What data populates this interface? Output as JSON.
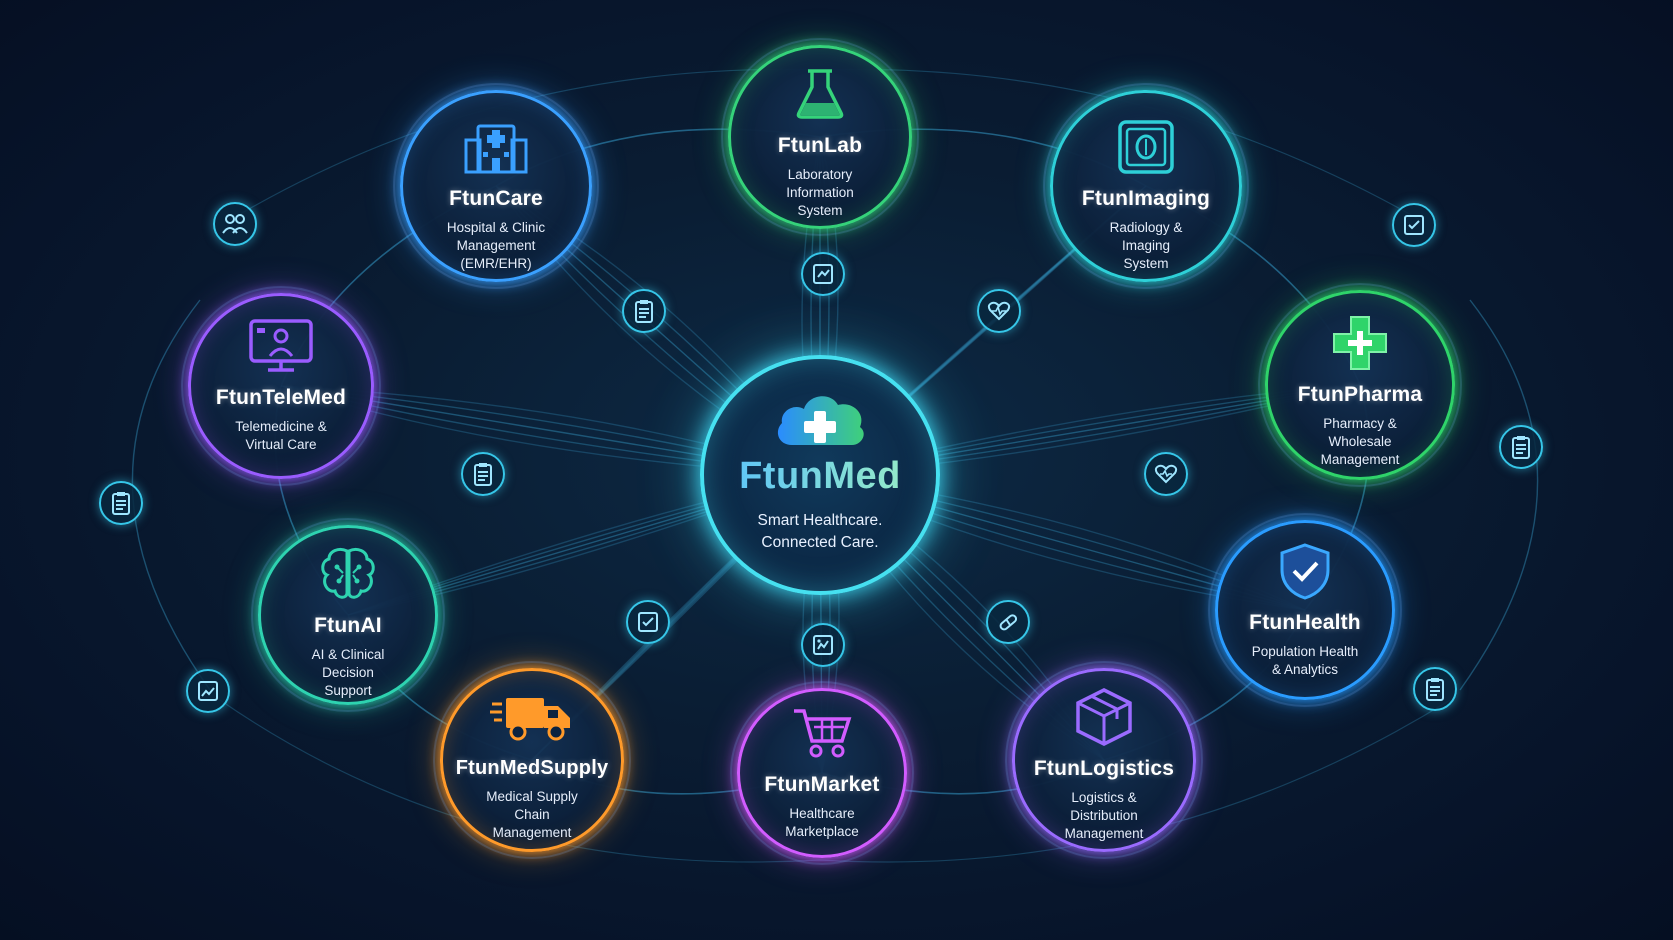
{
  "hub": {
    "title": "FtunMed",
    "tagline_line1": "Smart Healthcare.",
    "tagline_line2": "Connected Care.",
    "icon": "cloud-plus-icon"
  },
  "modules": [
    {
      "id": "care",
      "title": "FtunCare",
      "sub": [
        "Hospital & Clinic",
        "Management",
        "(EMR/EHR)"
      ],
      "icon": "hospital-icon",
      "color": "#3aa0ff"
    },
    {
      "id": "lab",
      "title": "FtunLab",
      "sub": [
        "Laboratory",
        "Information",
        "System"
      ],
      "icon": "flask-icon",
      "color": "#35d37a"
    },
    {
      "id": "imaging",
      "title": "FtunImaging",
      "sub": [
        "Radiology &",
        "Imaging",
        "System"
      ],
      "icon": "scan-icon",
      "color": "#2ed0d8"
    },
    {
      "id": "telemed",
      "title": "FtunTeleMed",
      "sub": [
        "Telemedicine &",
        "Virtual Care"
      ],
      "icon": "monitor-doctor-icon",
      "color": "#9a5cff"
    },
    {
      "id": "pharma",
      "title": "FtunPharma",
      "sub": [
        "Pharmacy &",
        "Wholesale",
        "Management"
      ],
      "icon": "medical-cross-icon",
      "color": "#2fd46a"
    },
    {
      "id": "ai",
      "title": "FtunAI",
      "sub": [
        "AI & Clinical",
        "Decision",
        "Support"
      ],
      "icon": "brain-icon",
      "color": "#2ed3b0"
    },
    {
      "id": "health",
      "title": "FtunHealth",
      "sub": [
        "Population Health",
        "& Analytics"
      ],
      "icon": "shield-check-icon",
      "color": "#2a9cff"
    },
    {
      "id": "supply",
      "title": "FtunMedSupply",
      "sub": [
        "Medical Supply",
        "Chain",
        "Management"
      ],
      "icon": "delivery-truck-icon",
      "color": "#ff9a2a"
    },
    {
      "id": "market",
      "title": "FtunMarket",
      "sub": [
        "Healthcare",
        "Marketplace"
      ],
      "icon": "shopping-cart-icon",
      "color": "#d25cff"
    },
    {
      "id": "logistics",
      "title": "FtunLogistics",
      "sub": [
        "Logistics &",
        "Distribution",
        "Management"
      ],
      "icon": "package-box-icon",
      "color": "#9a6bff"
    }
  ],
  "badges": [
    {
      "id": "b1",
      "icon": "users-icon"
    },
    {
      "id": "b2",
      "icon": "clipboard-icon"
    },
    {
      "id": "b3",
      "icon": "clipboard-icon"
    },
    {
      "id": "b4",
      "icon": "medical-record-icon"
    },
    {
      "id": "b5",
      "icon": "heartbeat-icon"
    },
    {
      "id": "b6",
      "icon": "checklist-icon"
    },
    {
      "id": "b7",
      "icon": "clipboard-icon"
    },
    {
      "id": "b8",
      "icon": "heart-pulse-icon"
    },
    {
      "id": "b9",
      "icon": "clipboard-icon"
    },
    {
      "id": "b10",
      "icon": "xray-icon"
    },
    {
      "id": "b11",
      "icon": "checklist-icon"
    },
    {
      "id": "b12",
      "icon": "pills-icon"
    },
    {
      "id": "b13",
      "icon": "medical-image-icon"
    },
    {
      "id": "b14",
      "icon": "clipboard-icon"
    }
  ],
  "colors": {
    "background": "#0a1d33",
    "link": "#3fb6e8",
    "hub_ring": "#46e0f0",
    "badge_ring": "#36c6e8"
  }
}
